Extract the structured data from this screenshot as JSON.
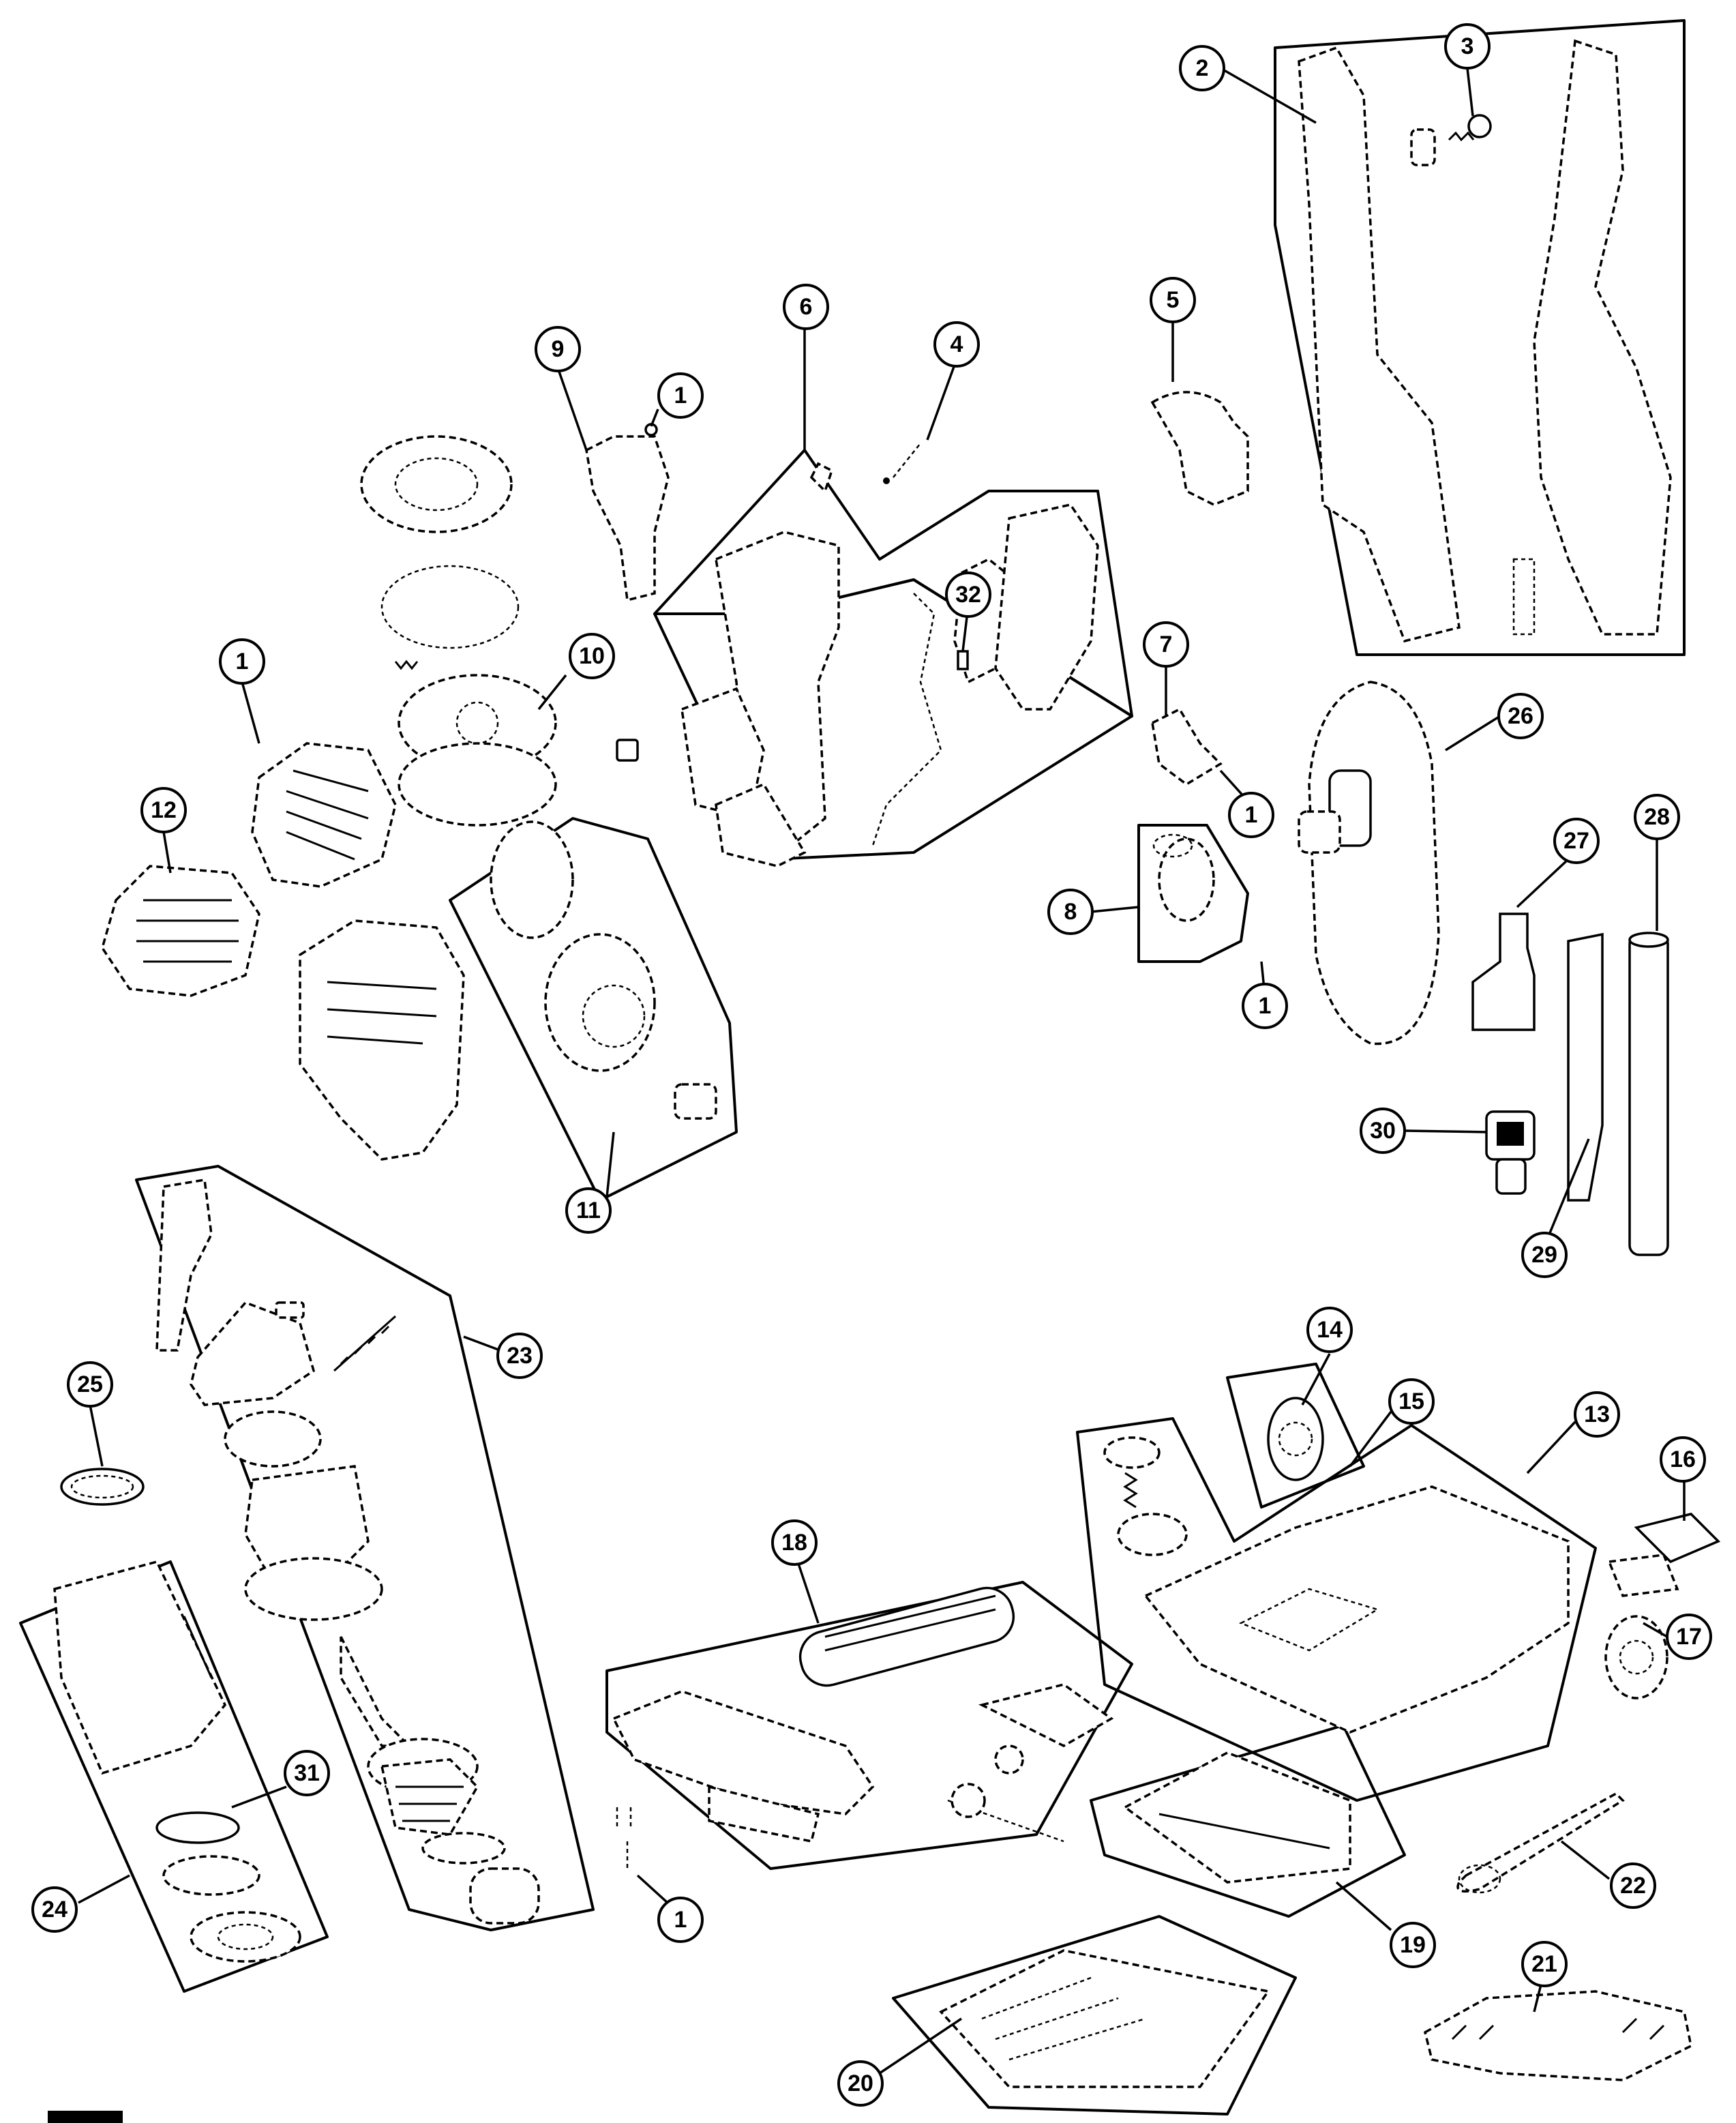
{
  "callouts": [
    {
      "id": "c1a",
      "label": "1"
    },
    {
      "id": "c1b",
      "label": "1"
    },
    {
      "id": "c1c",
      "label": "1"
    },
    {
      "id": "c1d",
      "label": "1"
    },
    {
      "id": "c1e",
      "label": "1"
    },
    {
      "id": "c2",
      "label": "2"
    },
    {
      "id": "c3",
      "label": "3"
    },
    {
      "id": "c4",
      "label": "4"
    },
    {
      "id": "c5",
      "label": "5"
    },
    {
      "id": "c6",
      "label": "6"
    },
    {
      "id": "c7",
      "label": "7"
    },
    {
      "id": "c8",
      "label": "8"
    },
    {
      "id": "c9",
      "label": "9"
    },
    {
      "id": "c10",
      "label": "10"
    },
    {
      "id": "c11",
      "label": "11"
    },
    {
      "id": "c12",
      "label": "12"
    },
    {
      "id": "c13",
      "label": "13"
    },
    {
      "id": "c14",
      "label": "14"
    },
    {
      "id": "c15",
      "label": "15"
    },
    {
      "id": "c16",
      "label": "16"
    },
    {
      "id": "c17",
      "label": "17"
    },
    {
      "id": "c18",
      "label": "18"
    },
    {
      "id": "c19",
      "label": "19"
    },
    {
      "id": "c20",
      "label": "20"
    },
    {
      "id": "c21",
      "label": "21"
    },
    {
      "id": "c22",
      "label": "22"
    },
    {
      "id": "c23",
      "label": "23"
    },
    {
      "id": "c24",
      "label": "24"
    },
    {
      "id": "c25",
      "label": "25"
    },
    {
      "id": "c26",
      "label": "26"
    },
    {
      "id": "c27",
      "label": "27"
    },
    {
      "id": "c28",
      "label": "28"
    },
    {
      "id": "c29",
      "label": "29"
    },
    {
      "id": "c30",
      "label": "30"
    },
    {
      "id": "c31",
      "label": "31"
    },
    {
      "id": "c32",
      "label": "32"
    }
  ]
}
